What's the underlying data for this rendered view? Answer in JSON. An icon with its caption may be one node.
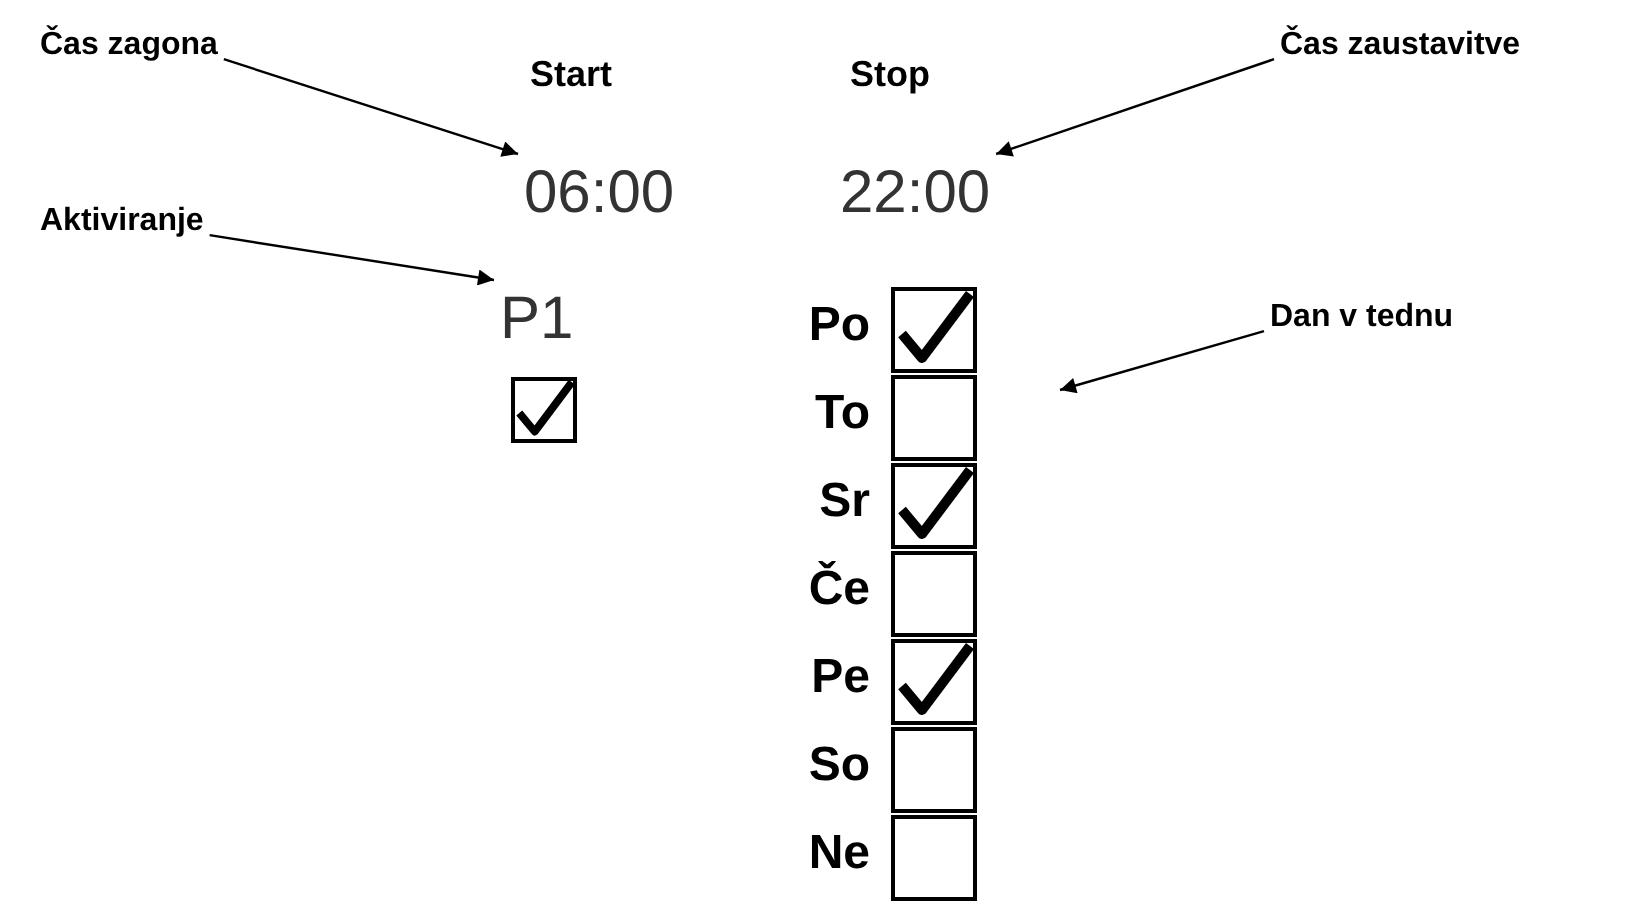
{
  "diagram": {
    "nodes": [
      {
        "text": [
          "Čas zagona"
        ]
      },
      {
        "text": [
          "Čas zaustavitve"
        ]
      },
      {
        "text": [
          "06:00"
        ]
      },
      {
        "text": [
          "22:00"
        ]
      },
      {
        "text": [
          "Aktiviranje"
        ]
      },
      {
        "text": [
          "Dan v tednu"
        ]
      },
      {
        "text": [
          "P1"
        ]
      },
      {
        "text": [],
        "shape": "checkmark"
      },
      {
        "text": [],
        "shape": "checkmark"
      },
      {
        "text": [],
        "shape": "box"
      },
      {
        "text": [],
        "shape": "checkmark"
      },
      {
        "text": [],
        "shape": "box"
      },
      {
        "text": [],
        "shape": "checkmark"
      },
      {
        "text": [],
        "shape": "box"
      },
      {
        "text": [],
        "shape": "box"
      }
    ],
    "edges": [
      {
        "from": 0,
        "to": 2,
        "arrow": "to"
      },
      {
        "from": 1,
        "to": 3,
        "arrow": "to"
      },
      {
        "from": 4,
        "to": 6,
        "arrow": "to"
      },
      {
        "from": 5,
        "to": null,
        "arrow": "to"
      }
    ],
    "labels": [
      "Start",
      "Stop",
      "Po",
      "To",
      "Sr",
      "Če",
      "Pe",
      "So",
      "Ne"
    ]
  }
}
